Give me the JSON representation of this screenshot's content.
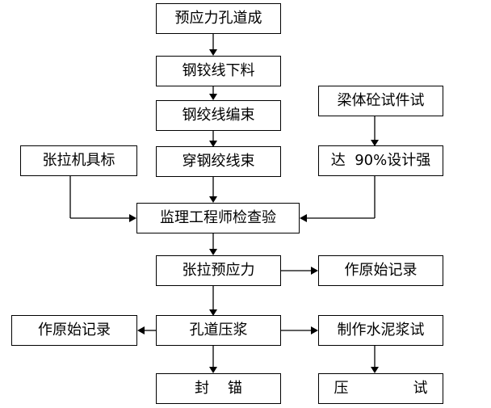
{
  "nodes": {
    "pre_hole": "预应力孔道成",
    "strand_cut": "钢铰线下料",
    "strand_bundle": "钢绞线编束",
    "thread_strand": "穿钢绞线束",
    "tension_tool": "张拉机具标",
    "beam_test": "梁体砼试件试",
    "strength_90": "达  90%设计强",
    "supervisor_check": "监理工程师检查验",
    "prestress": "张拉预应力",
    "record_1": "作原始记录",
    "grouting": "孔道压浆",
    "record_2": "作原始记录",
    "mortar_test": "制作水泥浆试",
    "anchor_seal": "封    锚",
    "press_test": "压              试"
  }
}
